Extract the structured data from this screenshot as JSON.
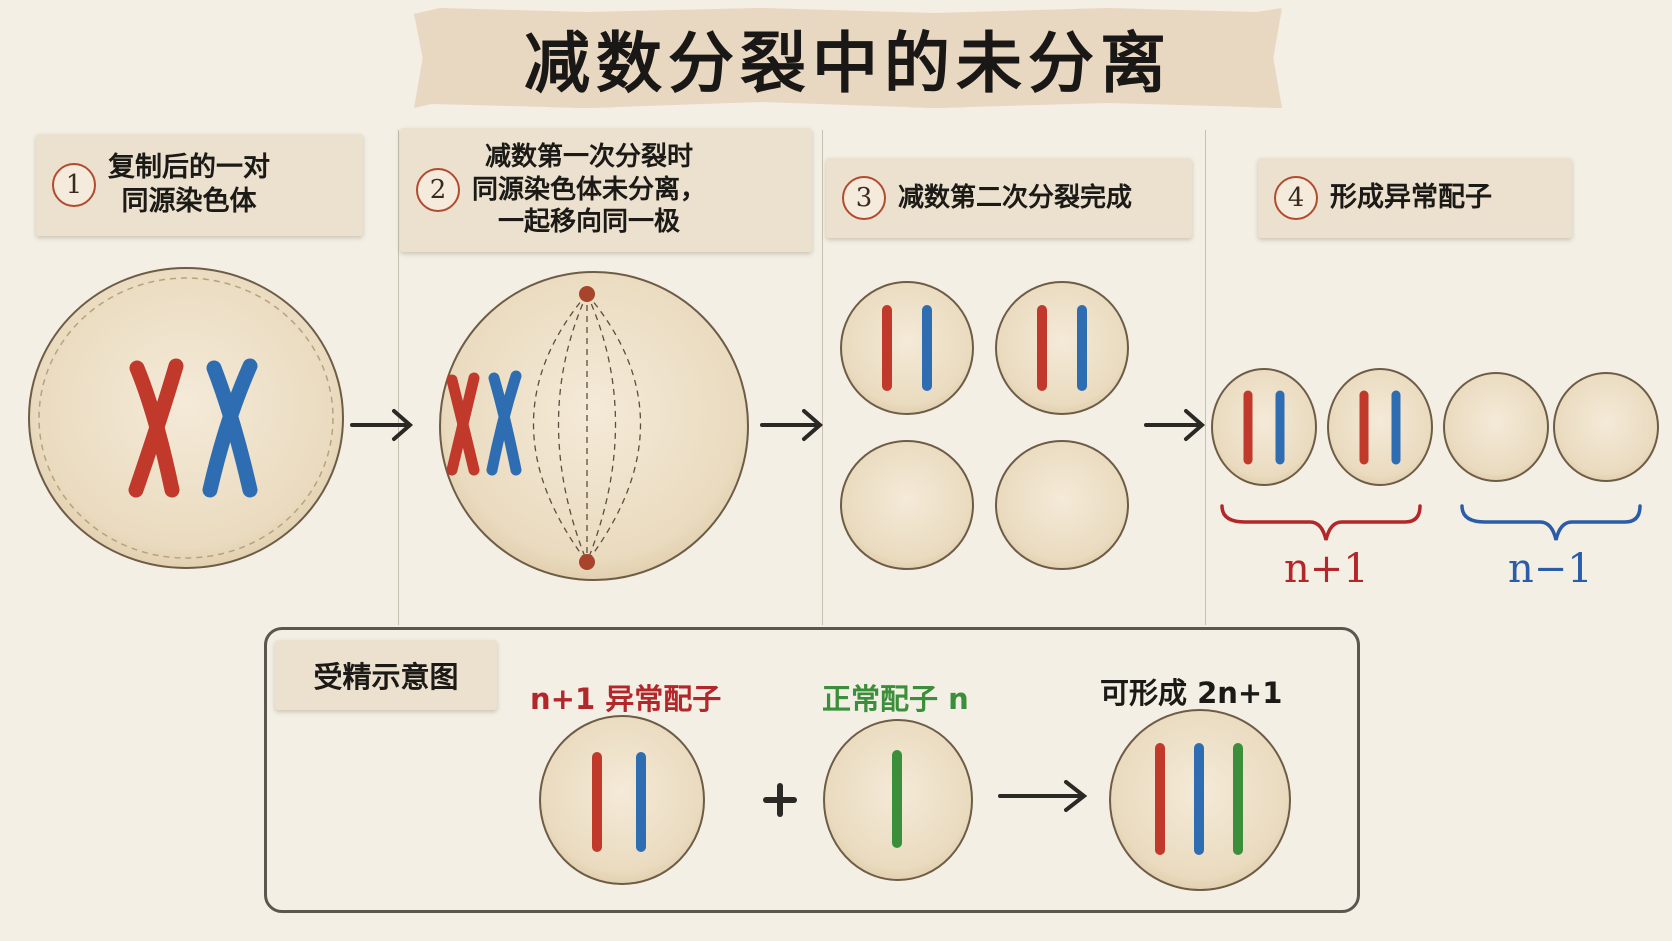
{
  "title": "减数分裂中的未分离",
  "steps": [
    {
      "num": "1",
      "text": [
        "复制后的一对",
        "同源染色体"
      ]
    },
    {
      "num": "2",
      "text": [
        "减数第一次分裂时",
        "同源染色体未分离，",
        "一起移向同一极"
      ]
    },
    {
      "num": "3",
      "text": [
        "减数第二次分裂完成"
      ]
    },
    {
      "num": "4",
      "text": [
        "形成异常配子"
      ]
    }
  ],
  "gamete_labels": {
    "plus": "n+1",
    "minus": "n−1"
  },
  "fertilization": {
    "tag": "受精示意图",
    "abnormal_label": "n+1 异常配子",
    "normal_label": "正常配子 n",
    "result_label": "可形成 2n+1",
    "plus_sign": "+"
  },
  "colors": {
    "red_chromosome": "#c0392b",
    "blue_chromosome": "#2f6db3",
    "green_chromosome": "#3b8f3a",
    "cell_fill": "#efe2c9",
    "n_plus_brace": "#b3262a",
    "n_minus_brace": "#2a5ca8"
  }
}
